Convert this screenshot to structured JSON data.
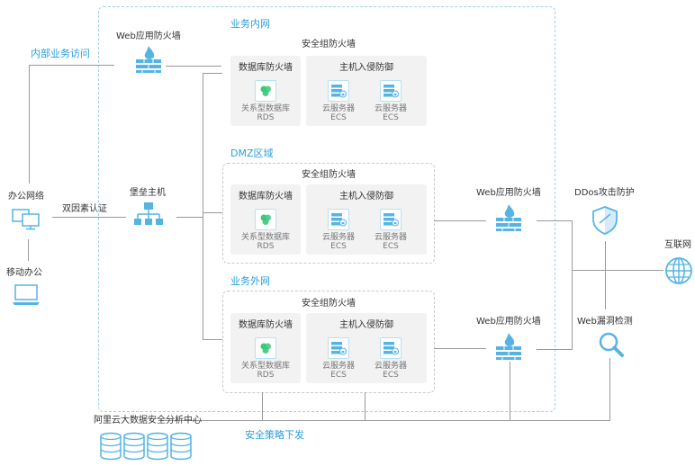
{
  "zones": {
    "intranet": "业务内网",
    "dmz": "DMZ区域",
    "extranet": "业务外网"
  },
  "left": {
    "internal_access": "内部业务访问",
    "office_network": "办公网络",
    "two_factor": "双因素认证",
    "bastion_host": "堡垒主机",
    "mobile_office": "移动办公"
  },
  "waf_label": "Web应用防火墙",
  "sg_label": "安全组防火墙",
  "db_fw_label": "数据库防火墙",
  "hids_label": "主机入侵防御",
  "rds_label": "关系型数据库",
  "rds_abbr": "RDS",
  "ecs_label": "云服务器",
  "ecs_abbr": "ECS",
  "right": {
    "ddos": "DDos攻击防护",
    "internet": "互联网",
    "vuln_scan": "Web漏洞检测"
  },
  "bottom": {
    "analysis_center": "阿里云大数据安全分析中心",
    "policy": "安全策略下发"
  },
  "colors": {
    "accent": "#2b9fd9",
    "icon_blue": "#56b4e3",
    "panel_bg": "#f2f2f2",
    "connector": "#9a9a9a"
  }
}
